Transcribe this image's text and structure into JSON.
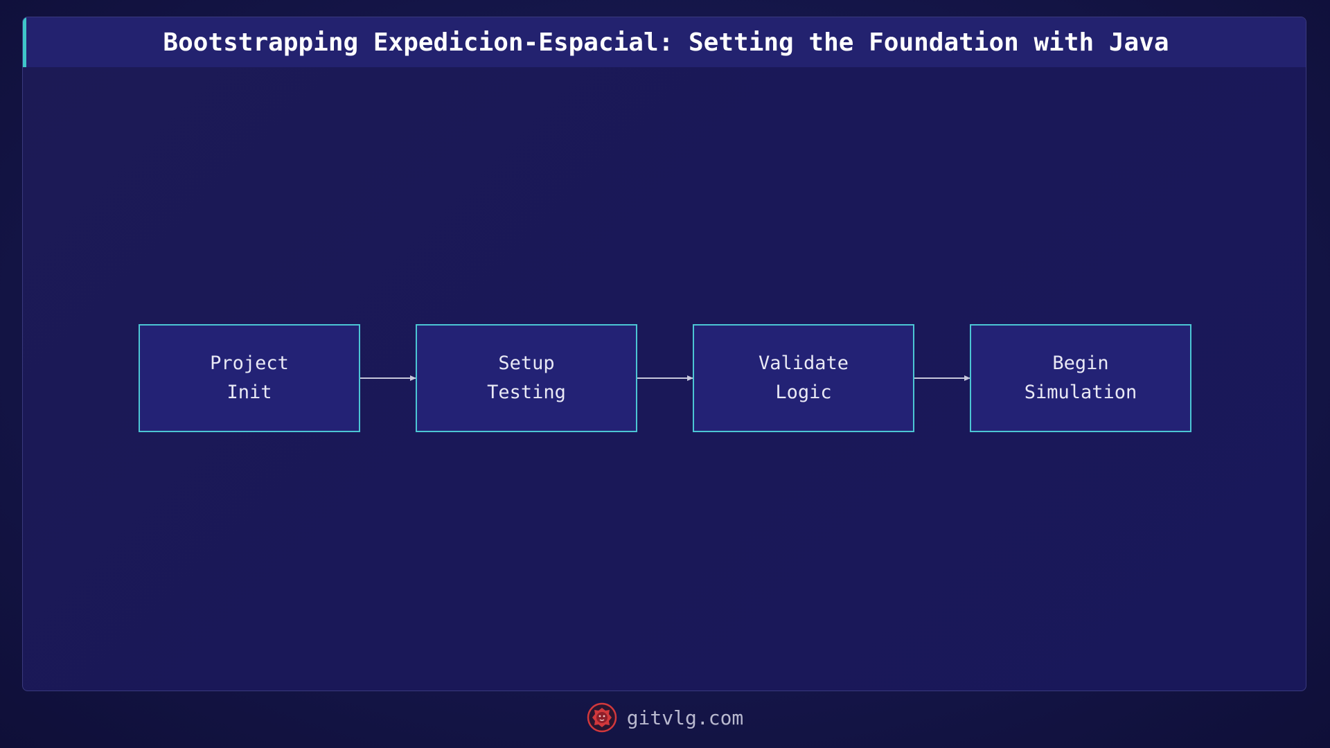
{
  "header": {
    "title": "Bootstrapping Expedicion-Espacial: Setting the Foundation with Java"
  },
  "flow": {
    "nodes": [
      {
        "line1": "Project",
        "line2": "Init"
      },
      {
        "line1": "Setup",
        "line2": "Testing"
      },
      {
        "line1": "Validate",
        "line2": "Logic"
      },
      {
        "line1": "Begin",
        "line2": "Simulation"
      }
    ]
  },
  "footer": {
    "site": "gitvlg.com",
    "logo_icon": "lion-logo-icon"
  },
  "colors": {
    "background": "#15164a",
    "title_bar": "#23226f",
    "accent": "#3fc6c9",
    "node_fill": "#232275",
    "node_border": "#4cc6d4",
    "arrow": "#c8c8dc",
    "logo": "#d2383c"
  }
}
